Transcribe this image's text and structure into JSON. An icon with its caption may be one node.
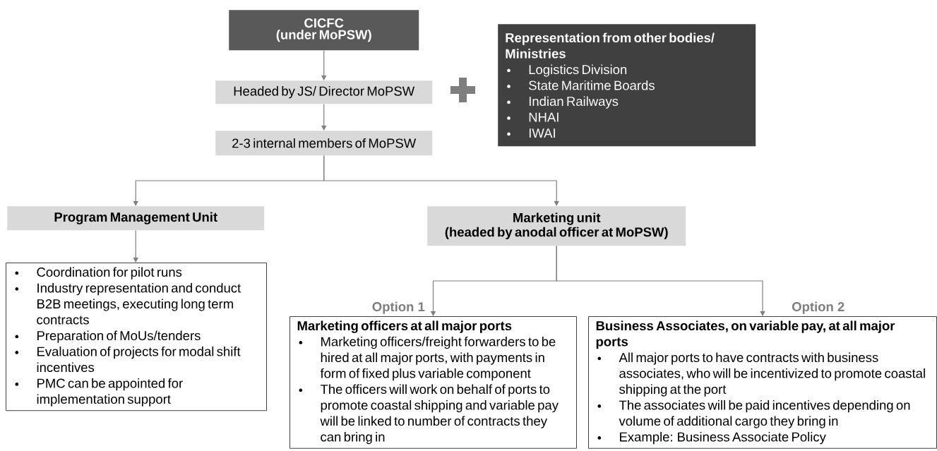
{
  "diagram": {
    "nodes": [
      {
        "text": [
          "CICFC",
          "(under MoPSW)"
        ]
      },
      {
        "text": [
          "Headed by JS/ Director MoPSW"
        ]
      },
      {
        "text": [
          "2-3 internal members of MoPSW"
        ]
      },
      {
        "text": [
          "Representation from other bodies/ Ministries",
          "Logistics Division",
          "State Maritime Boards",
          "Indian Railways",
          "NHAI",
          "IWAI"
        ]
      },
      {
        "text": [
          "Program Management Unit"
        ]
      },
      {
        "text": [
          "Coordination for pilot runs",
          "Industry representation and conduct B2B meetings, executing long term contracts",
          "Preparation of MoUs/tenders",
          "Evaluation of projects for modal shift incentives",
          "PMC can be appointed for implementation support"
        ]
      },
      {
        "text": [
          "Marketing unit",
          "(headed by anodal officer at MoPSW)"
        ]
      },
      {
        "text": [
          "Marketing officers at all major ports",
          "Marketing officers/freight forwarders to be hired at all major ports, with payments in form of fixed plus variable component",
          "The officers will work on behalf of ports to promote coastal shipping and variable pay will be linked to number of contracts they can bring in"
        ],
        "beside": [
          "Option 1"
        ]
      },
      {
        "text": [
          "Business Associates, on variable pay, at all major ports",
          "All major ports to have contracts with business associates, who will be incentivized to promote coastal shipping at the port",
          "The associates will be paid incentives depending on volume of additional cargo they bring in",
          "Example: Business Associate Policy"
        ],
        "beside": [
          "Option 2"
        ]
      }
    ],
    "edges": [
      {
        "from": 0,
        "to": 1,
        "arrow": "to"
      },
      {
        "from": 1,
        "to": 2,
        "arrow": "to"
      },
      {
        "from": 2,
        "to": 4,
        "arrow": "to"
      },
      {
        "from": 2,
        "to": 6,
        "arrow": "to"
      },
      {
        "from": 4,
        "to": 5,
        "arrow": "to"
      },
      {
        "from": 6,
        "to": 7,
        "arrow": "to"
      },
      {
        "from": 6,
        "to": 8,
        "arrow": "to"
      }
    ]
  }
}
